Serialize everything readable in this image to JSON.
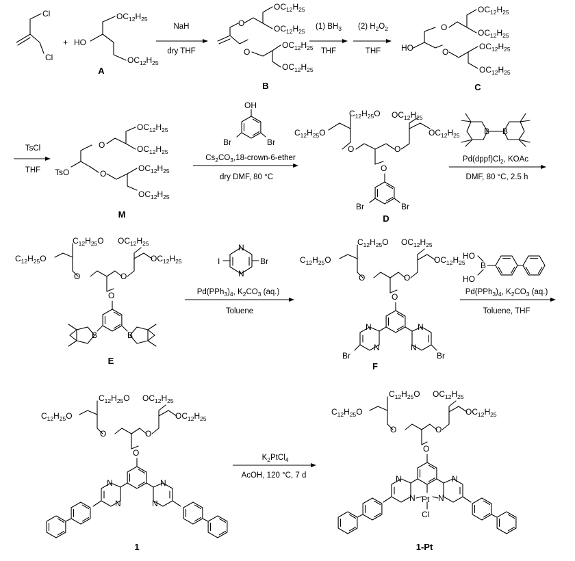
{
  "labels": {
    "A": "A",
    "B": "B",
    "C": "C",
    "M": "M",
    "D": "D",
    "E": "E",
    "F": "F",
    "P1": "1",
    "PPt": "1-Pt"
  },
  "atoms": {
    "Cl": "Cl",
    "HO": "HO",
    "O": "O",
    "Br": "Br",
    "TsO": "TsO",
    "OH": "OH",
    "B": "B",
    "I": "I",
    "N": "N",
    "Pt": "Pt",
    "plus": "+",
    "OC12H25": "OC12H25",
    "C12H25O": "C12H25O",
    "C12H25": "C12H25"
  },
  "conditions": {
    "r1_top": "NaH",
    "r1_bottom": "dry THF",
    "r2_top": "(1) BH3",
    "r2_bottom": "THF",
    "r3_top": "(2) H2O2",
    "r3_bottom": "THF",
    "r4_top": "TsCl",
    "r4_bottom": "THF",
    "r5_mid": "Cs2CO3,18-crown-6-ether",
    "r5_bottom": "dry DMF, 80 °C",
    "r6_mid": "Pd(dppf)Cl2, KOAc",
    "r6_bottom": "DMF, 80 °C, 2.5 h",
    "r7_mid": "Pd(PPh3)4, K2CO3 (aq.)",
    "r7_bottom": "Toluene",
    "r8_mid": "Pd(PPh3)4, K2CO3 (aq.)",
    "r8_bottom": "Toluene, THF",
    "r9_top": "K2PtCl4",
    "r9_bottom": "AcOH, 120 °C, 7 d"
  }
}
